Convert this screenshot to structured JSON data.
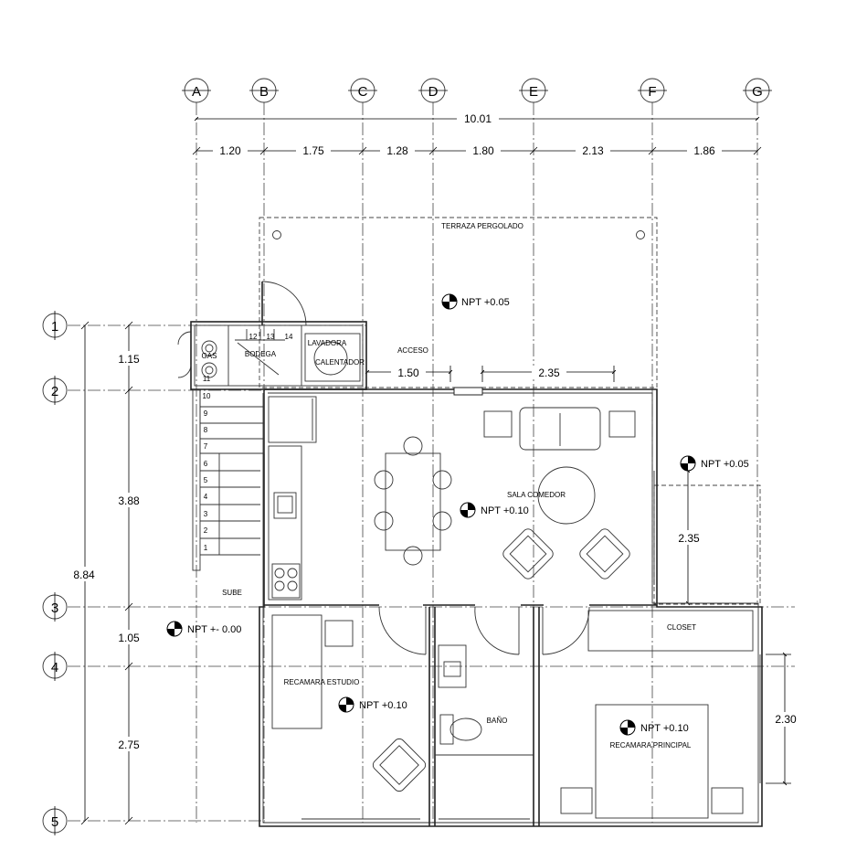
{
  "grid_columns": [
    "A",
    "B",
    "C",
    "D",
    "E",
    "F",
    "G"
  ],
  "grid_rows": [
    "1",
    "2",
    "3",
    "4",
    "5"
  ],
  "dimensions": {
    "total_width": "10.01",
    "column_spacing": [
      "1.20",
      "1.75",
      "1.28",
      "1.80",
      "2.13",
      "1.86"
    ],
    "total_depth": "8.84",
    "row_spacing": [
      "1.15",
      "3.88",
      "1.05",
      "2.75"
    ],
    "acceso_width": "1.50",
    "pergola_opening": "2.35",
    "side_patio": "2.35",
    "closet_wall": "2.30"
  },
  "rooms": {
    "terraza": "TERRAZA PERGOLADO",
    "acceso": "ACCESO",
    "lavadora": "LAVADORA",
    "calentador": "CALENTADOR",
    "bodega": "BODEGA",
    "gas": "GAS",
    "sala": "SALA COMEDOR",
    "sube": "SUBE",
    "closet": "CLOSET",
    "estudio": "RECAMARA ESTUDIO",
    "bano": "BAÑO",
    "principal": "RECAMARA PRINCIPAL"
  },
  "levels": {
    "terraza": "NPT +0.05",
    "side": "NPT +0.05",
    "sala": "NPT +0.10",
    "exterior": "NPT +- 0.00",
    "estudio": "NPT +0.10",
    "principal": "NPT +0.10"
  },
  "stair_steps": [
    "1",
    "2",
    "3",
    "4",
    "5",
    "6",
    "7",
    "8",
    "9",
    "10",
    "11",
    "12",
    "13",
    "14"
  ]
}
